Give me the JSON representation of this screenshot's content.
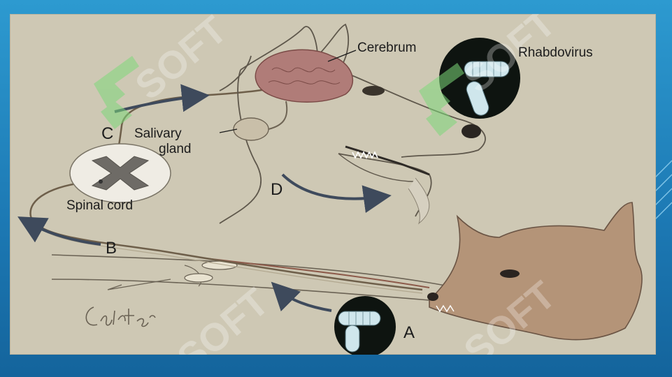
{
  "labels": {
    "cerebrum": "Cerebrum",
    "rhabdovirus": "Rhabdovirus",
    "c": "C",
    "salivary_gland_line1": "Salivary",
    "salivary_gland_line2": "gland",
    "d": "D",
    "spinal_cord": "Spinal cord",
    "b": "B",
    "a": "A"
  },
  "watermark": {
    "text": "SOFT"
  },
  "signature_text": "Carter",
  "colors": {
    "panel_background": "#cec8b4",
    "slide_background": "#1f7fb8",
    "arrow": "#3e4a5c",
    "watermark_green": "#7dd87a"
  }
}
